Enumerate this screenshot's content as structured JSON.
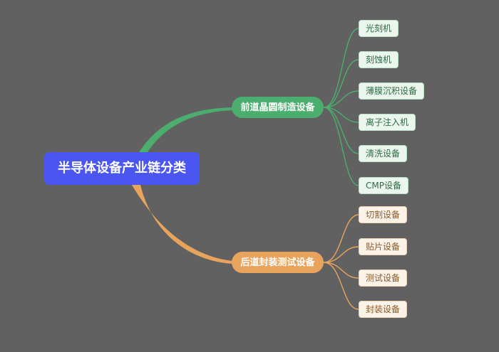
{
  "mindmap": {
    "root": "半导体设备产业链分类",
    "branches": [
      {
        "label": "前道晶圆制造设备",
        "color": "#4cae6e",
        "children": [
          "光刻机",
          "刻蚀机",
          "薄膜沉积设备",
          "离子注入机",
          "清洗设备",
          "CMP设备"
        ]
      },
      {
        "label": "后道封装测试设备",
        "color": "#e8a45c",
        "children": [
          "切割设备",
          "贴片设备",
          "测试设备",
          "封装设备"
        ]
      }
    ]
  },
  "colors": {
    "background": "#616161",
    "root": "#4b55ef",
    "front_branch": "#4cae6e",
    "back_branch": "#e8a45c"
  }
}
